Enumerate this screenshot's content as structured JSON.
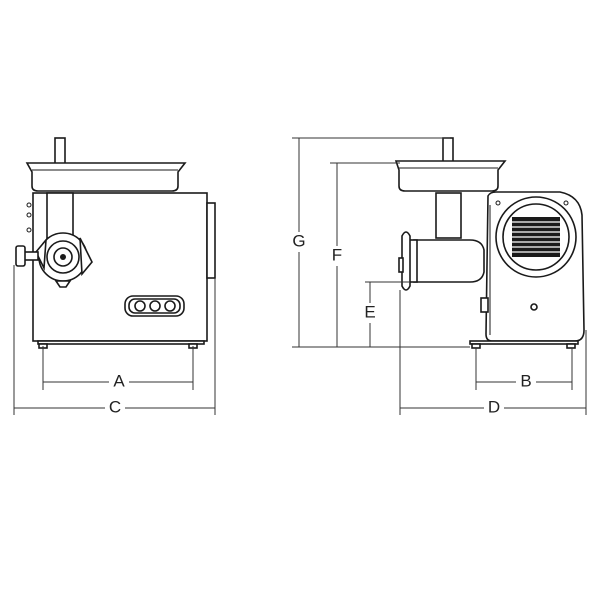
{
  "diagram": {
    "views": [
      {
        "id": "front",
        "name": "front-view"
      },
      {
        "id": "side",
        "name": "side-view"
      }
    ],
    "dimension_labels": {
      "A": "A",
      "B": "B",
      "C": "C",
      "D": "D",
      "E": "E",
      "F": "F",
      "G": "G"
    },
    "colors": {
      "line": "#1a1a1a",
      "background": "#ffffff"
    }
  }
}
